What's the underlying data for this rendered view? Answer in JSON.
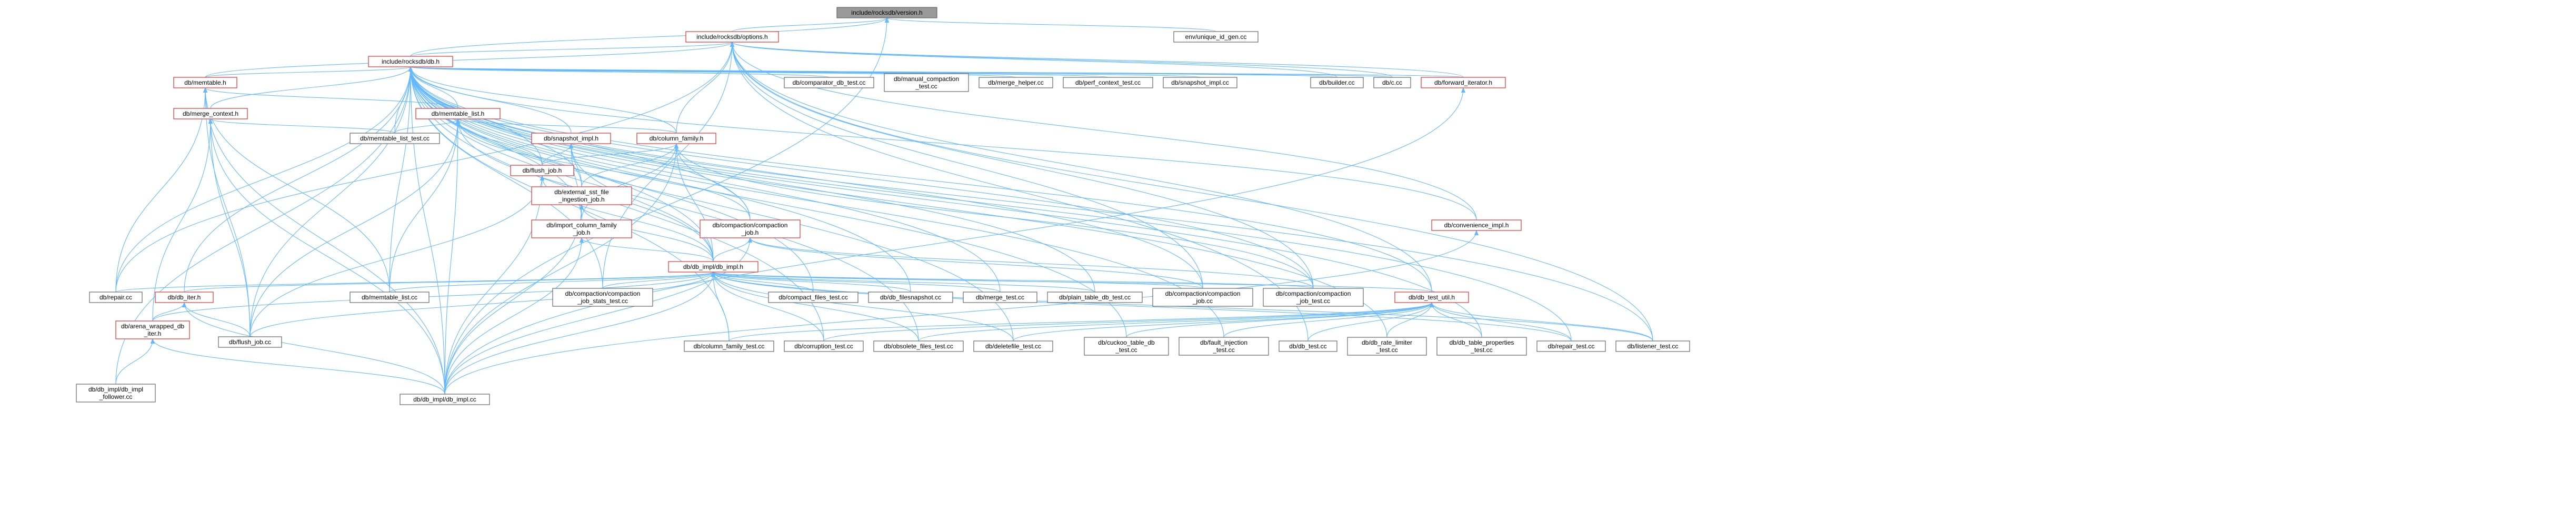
{
  "title": "include/rocksdb/version.h",
  "colors": {
    "edge": "#63b8ff",
    "node_border": "#666666",
    "node_red_border": "#e03030",
    "focus_fill": "#999999"
  },
  "nodes": [
    {
      "id": "version",
      "label": "include/rocksdb/version.h",
      "style": "focus"
    },
    {
      "id": "options",
      "label": "include/rocksdb/options.h",
      "style": "red"
    },
    {
      "id": "unique",
      "label": "env/unique_id_gen.cc",
      "style": "plain"
    },
    {
      "id": "db_h",
      "label": "include/rocksdb/db.h",
      "style": "red"
    },
    {
      "id": "memtable",
      "label": "db/memtable.h",
      "style": "red"
    },
    {
      "id": "merge_ctx",
      "label": "db/merge_context.h",
      "style": "red"
    },
    {
      "id": "memlist",
      "label": "db/memtable_list.h",
      "style": "red"
    },
    {
      "id": "memlist_test",
      "label": "db/memtable_list_test.cc",
      "style": "plain"
    },
    {
      "id": "cmp_db_test",
      "label": "db/comparator_db_test.cc",
      "style": "plain"
    },
    {
      "id": "manual",
      "label": "db/manual_compaction\n_test.cc",
      "style": "plain"
    },
    {
      "id": "merge_helper",
      "label": "db/merge_helper.cc",
      "style": "plain"
    },
    {
      "id": "perf",
      "label": "db/perf_context_test.cc",
      "style": "plain"
    },
    {
      "id": "snap_impl_cc",
      "label": "db/snapshot_impl.cc",
      "style": "plain"
    },
    {
      "id": "builder",
      "label": "db/builder.cc",
      "style": "plain"
    },
    {
      "id": "c_cc",
      "label": "db/c.cc",
      "style": "plain"
    },
    {
      "id": "fwd",
      "label": "db/forward_iterator.h",
      "style": "red"
    },
    {
      "id": "snap_impl_h",
      "label": "db/snapshot_impl.h",
      "style": "red"
    },
    {
      "id": "colfam",
      "label": "db/column_family.h",
      "style": "red"
    },
    {
      "id": "flush_job",
      "label": "db/flush_job.h",
      "style": "red"
    },
    {
      "id": "ext_sst",
      "label": "db/external_sst_file\n_ingestion_job.h",
      "style": "red"
    },
    {
      "id": "import_cf",
      "label": "db/import_column_family\n_job.h",
      "style": "red"
    },
    {
      "id": "compaction",
      "label": "db/compaction/compaction\n_job.h",
      "style": "red"
    },
    {
      "id": "conv",
      "label": "db/convenience_impl.h",
      "style": "red"
    },
    {
      "id": "dbimpl_h",
      "label": "db/db_impl/db_impl.h",
      "style": "red"
    },
    {
      "id": "repair",
      "label": "db/repair.cc",
      "style": "plain"
    },
    {
      "id": "memtable_list_cc",
      "label": "db/memtable_list.cc",
      "style": "plain"
    },
    {
      "id": "db_iter",
      "label": "db/db_iter.h",
      "style": "red"
    },
    {
      "id": "stats_test",
      "label": "db/compaction/compaction\n_job_stats_test.cc",
      "style": "plain"
    },
    {
      "id": "compact_files",
      "label": "db/compact_files_test.cc",
      "style": "plain"
    },
    {
      "id": "filesnap",
      "label": "db/db_filesnapshot.cc",
      "style": "plain"
    },
    {
      "id": "merge_test",
      "label": "db/merge_test.cc",
      "style": "plain"
    },
    {
      "id": "plain_tbl",
      "label": "db/plain_table_db_test.cc",
      "style": "plain"
    },
    {
      "id": "cjob_cc",
      "label": "db/compaction/compaction\n_job.cc",
      "style": "plain"
    },
    {
      "id": "cjob_test",
      "label": "db/compaction/compaction\n_job_test.cc",
      "style": "plain"
    },
    {
      "id": "db_test_util",
      "label": "db/db_test_util.h",
      "style": "red"
    },
    {
      "id": "arena",
      "label": "db/arena_wrapped_db\n_iter.h",
      "style": "red"
    },
    {
      "id": "flush_cc",
      "label": "db/flush_job.cc",
      "style": "plain"
    },
    {
      "id": "colfam_test",
      "label": "db/column_family_test.cc",
      "style": "plain"
    },
    {
      "id": "corruption",
      "label": "db/corruption_test.cc",
      "style": "plain"
    },
    {
      "id": "obsolete",
      "label": "db/obsolete_files_test.cc",
      "style": "plain"
    },
    {
      "id": "deletefile",
      "label": "db/deletefile_test.cc",
      "style": "plain"
    },
    {
      "id": "cuckoo",
      "label": "db/cuckoo_table_db\n_test.cc",
      "style": "plain"
    },
    {
      "id": "fault",
      "label": "db/fault_injection\n_test.cc",
      "style": "plain"
    },
    {
      "id": "db_test",
      "label": "db/db_test.cc",
      "style": "plain"
    },
    {
      "id": "rate",
      "label": "db/db_rate_limiter\n_test.cc",
      "style": "plain"
    },
    {
      "id": "tblprops",
      "label": "db/db_table_properties\n_test.cc",
      "style": "plain"
    },
    {
      "id": "repair_test",
      "label": "db/repair_test.cc",
      "style": "plain"
    },
    {
      "id": "listener",
      "label": "db/listener_test.cc",
      "style": "plain"
    },
    {
      "id": "follower",
      "label": "db/db_impl/db_impl\n_follower.cc",
      "style": "plain"
    },
    {
      "id": "dbimpl_cc",
      "label": "db/db_impl/db_impl.cc",
      "style": "plain"
    }
  ]
}
